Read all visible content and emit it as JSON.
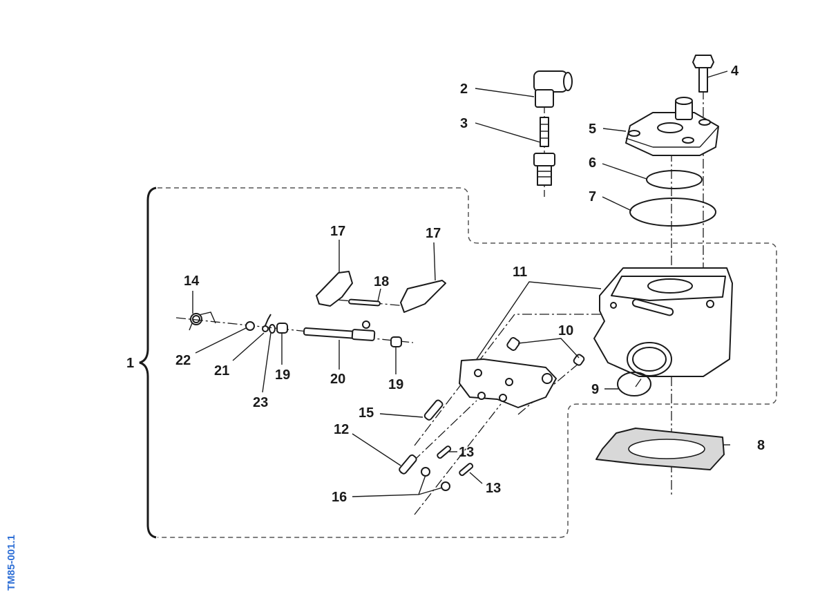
{
  "figure": {
    "document_id": "TM85-001.1",
    "accent_color": "#2e6fd6",
    "assembly_label": "1",
    "callouts": [
      {
        "id": "c2",
        "text": "2",
        "part": "spark plug cap"
      },
      {
        "id": "c3",
        "text": "3",
        "part": "spark plug"
      },
      {
        "id": "c4",
        "text": "4",
        "part": "head bolt"
      },
      {
        "id": "c5",
        "text": "5",
        "part": "cylinder head"
      },
      {
        "id": "c6",
        "text": "6",
        "part": "inner o-ring"
      },
      {
        "id": "c7",
        "text": "7",
        "part": "outer o-ring"
      },
      {
        "id": "c8",
        "text": "8",
        "part": "base gasket"
      },
      {
        "id": "c9",
        "text": "9",
        "part": "exhaust port gasket"
      },
      {
        "id": "c10",
        "text": "10",
        "part": "dowel sleeves"
      },
      {
        "id": "c11",
        "text": "11",
        "part": "cylinder / valve cover"
      },
      {
        "id": "c12",
        "text": "12",
        "part": "screw"
      },
      {
        "id": "c13a",
        "text": "13",
        "part": "stud"
      },
      {
        "id": "c13b",
        "text": "13",
        "part": "stud"
      },
      {
        "id": "c14",
        "text": "14",
        "part": "spring"
      },
      {
        "id": "c15",
        "text": "15",
        "part": "screw"
      },
      {
        "id": "c16",
        "text": "16",
        "part": "nuts"
      },
      {
        "id": "c17a",
        "text": "17",
        "part": "exhaust valve"
      },
      {
        "id": "c17b",
        "text": "17",
        "part": "exhaust valve"
      },
      {
        "id": "c18",
        "text": "18",
        "part": "pin"
      },
      {
        "id": "c19a",
        "text": "19",
        "part": "bushing"
      },
      {
        "id": "c19b",
        "text": "19",
        "part": "bushing"
      },
      {
        "id": "c20",
        "text": "20",
        "part": "valve shaft"
      },
      {
        "id": "c21",
        "text": "21",
        "part": "lever"
      },
      {
        "id": "c22",
        "text": "22",
        "part": "nut"
      },
      {
        "id": "c23",
        "text": "23",
        "part": "o-ring"
      }
    ]
  }
}
